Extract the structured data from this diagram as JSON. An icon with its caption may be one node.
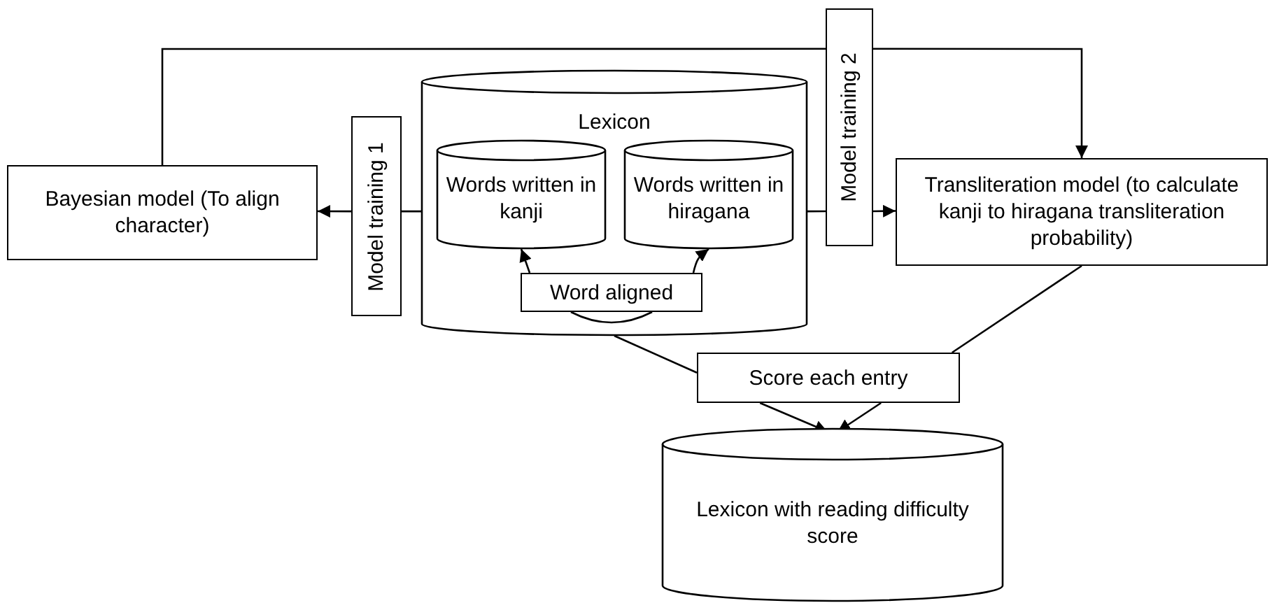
{
  "diagram": {
    "nodes": [
      {
        "text": [
          "Lexicon"
        ]
      },
      {
        "text": [
          "Words written in kanji"
        ],
        "in": 0
      },
      {
        "text": [
          "Words written in hiragana"
        ],
        "in": 0
      },
      {
        "text": [
          "Word aligned"
        ],
        "in": 0
      },
      {
        "text": [
          "Bayesian model (To align character)"
        ]
      },
      {
        "text": [
          "Model training 1"
        ]
      },
      {
        "text": [
          "Model training 2"
        ]
      },
      {
        "text": [
          "Transliteration model (to calculate kanji to hiragana transliteration probability)"
        ]
      },
      {
        "text": [
          "Score each entry"
        ]
      },
      {
        "text": [
          "Lexicon with reading difficulty score"
        ]
      }
    ],
    "edges": [
      {
        "from": 0,
        "to": 5,
        "arrow": "none"
      },
      {
        "from": 5,
        "to": 4,
        "arrow": "to"
      },
      {
        "from": 4,
        "to": 6,
        "arrow": "none"
      },
      {
        "from": 6,
        "to": 7,
        "arrow": "to"
      },
      {
        "from": 0,
        "to": 6,
        "arrow": "none"
      },
      {
        "from": 6,
        "to": 7,
        "arrow": "to"
      },
      {
        "from": 3,
        "to": 1,
        "arrow": "to"
      },
      {
        "from": 3,
        "to": 2,
        "arrow": "to"
      },
      {
        "from": 0,
        "to": 8,
        "arrow": "none"
      },
      {
        "from": 7,
        "to": 8,
        "arrow": "none"
      },
      {
        "from": 8,
        "to": 9,
        "arrow": "to"
      },
      {
        "from": 8,
        "to": 9,
        "arrow": "to"
      }
    ]
  }
}
